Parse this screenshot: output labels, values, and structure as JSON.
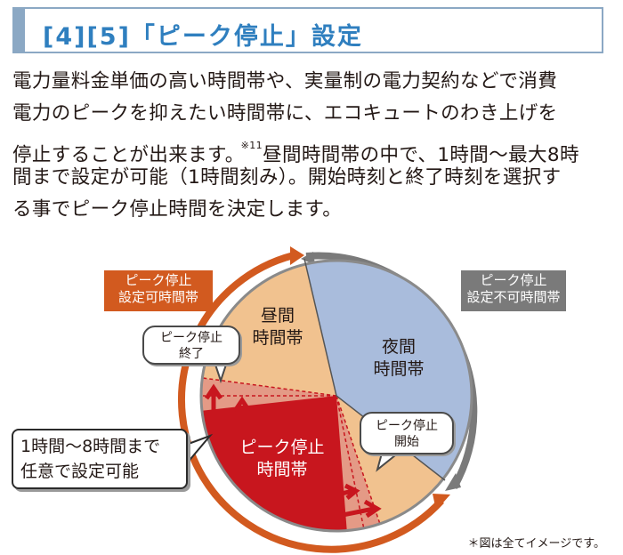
{
  "title": "[4][5]「ピーク停止」設定",
  "body_lines": [
    "電力量料金単価の高い時間帯や、実量制の電力契約などで消費",
    "電力のピークを抑えたい時間帯に、エコキュートのわき上げを",
    "停止することが出来ます。",
    "※11",
    "昼間時間帯の中で、1時間～最大8時",
    "間まで設定が可能（1時間刻み）。開始時刻と終了時刻を選択す",
    "る事でピーク停止時間を決定します。"
  ],
  "diagram": {
    "label_settable_line1": "ピーク停止",
    "label_settable_line2": "設定可時間帯",
    "label_unsettable_line1": "ピーク停止",
    "label_unsettable_line2": "設定不可時間帯",
    "daytime_line1": "昼間",
    "daytime_line2": "時間帯",
    "night_line1": "夜間",
    "night_line2": "時間帯",
    "peak_line1": "ピーク停止",
    "peak_line2": "時間帯",
    "bubble_end_line1": "ピーク停止",
    "bubble_end_line2": "終了",
    "bubble_start_line1": "ピーク停止",
    "bubble_start_line2": "開始",
    "callout_line1": "1時間～8時間まで",
    "callout_line2": "任意で設定可能",
    "colors": {
      "day": "#f1c28f",
      "night": "#a9bcdc",
      "peak": "#c8161e",
      "orange": "#d25a1f",
      "gray": "#7a7a7a"
    }
  },
  "footnote": "＊図は全てイメージです。"
}
